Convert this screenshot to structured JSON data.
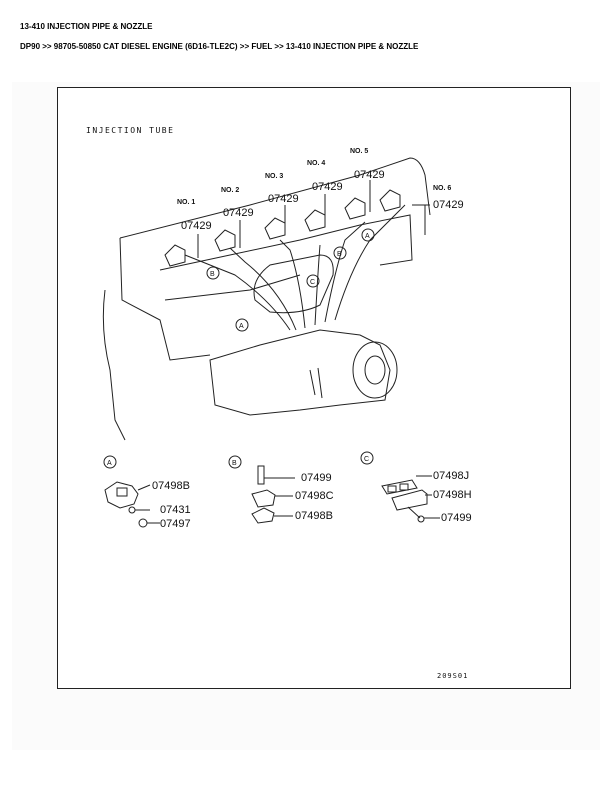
{
  "page": {
    "title": "13-410 INJECTION PIPE & NOZZLE",
    "breadcrumb": {
      "items": [
        "DP90",
        "98705-50850 CAT DIESEL ENGINE (6D16-TLE2C)",
        "FUEL",
        "13-410 INJECTION PIPE & NOZZLE"
      ],
      "separator": ">>",
      "full": "DP90 >> 98705-50850 CAT DIESEL ENGINE (6D16-TLE2C) >> FUEL >> 13-410 INJECTION PIPE & NOZZLE"
    }
  },
  "diagram": {
    "heading": "INJECTION TUBE",
    "drawing_number": "209S01",
    "cylinders": [
      {
        "label": "NO. 1",
        "part": "07429"
      },
      {
        "label": "NO. 2",
        "part": "07429"
      },
      {
        "label": "NO. 3",
        "part": "07429"
      },
      {
        "label": "NO. 4",
        "part": "07429"
      },
      {
        "label": "NO. 5",
        "part": "07429"
      },
      {
        "label": "NO. 6",
        "part": "07429"
      }
    ],
    "callouts": {
      "a": "A",
      "b": "B",
      "c": "C"
    },
    "details": [
      {
        "marker": "A",
        "parts": [
          "07498B",
          "07431",
          "07497"
        ]
      },
      {
        "marker": "B",
        "parts": [
          "07499",
          "07498C",
          "07498B"
        ]
      },
      {
        "marker": "C",
        "parts": [
          "07498J",
          "07498H",
          "07499"
        ]
      }
    ]
  }
}
